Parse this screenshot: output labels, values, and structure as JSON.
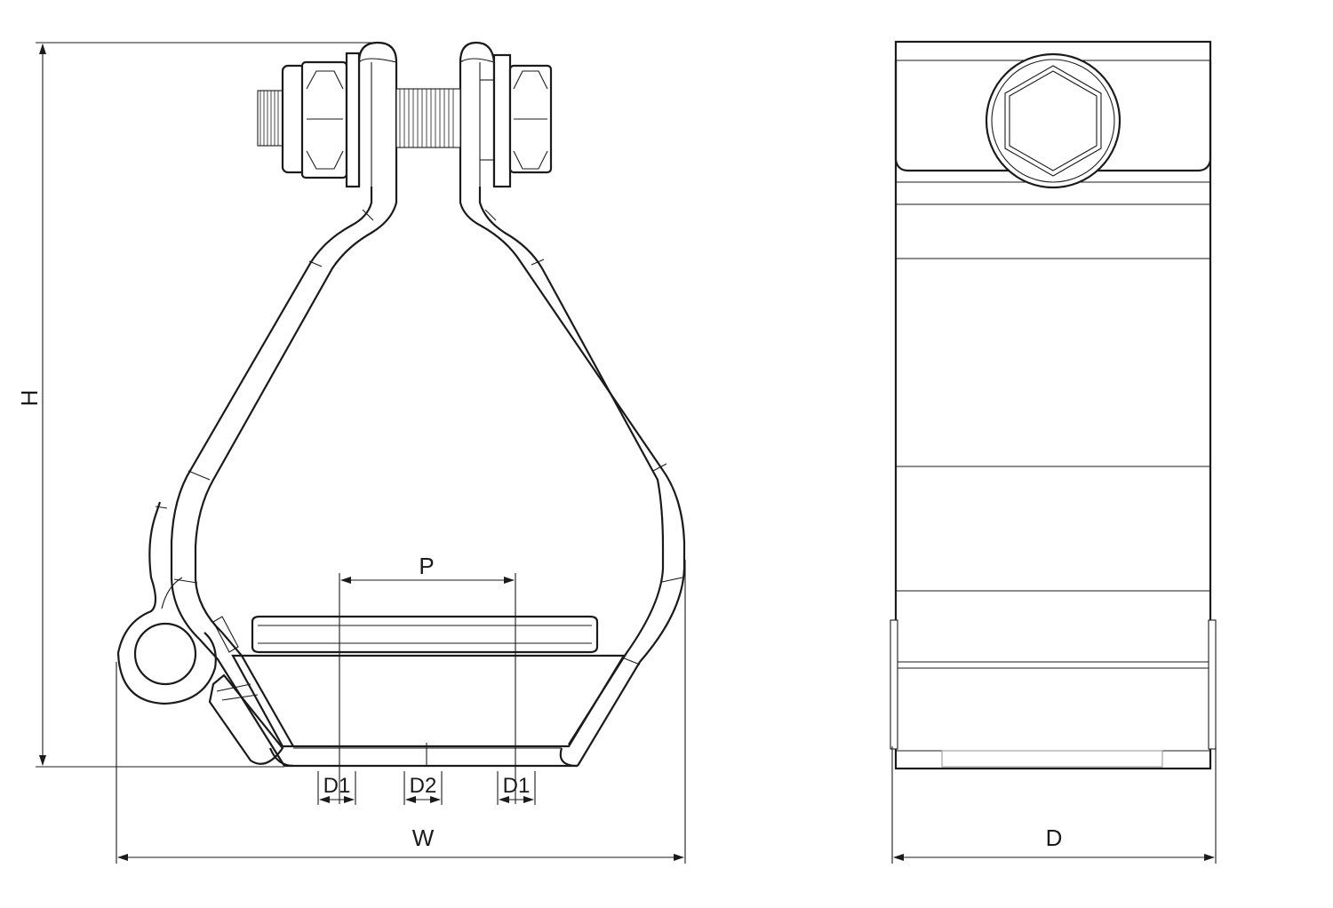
{
  "labels": {
    "height": "H",
    "width": "W",
    "depth": "D",
    "pitch": "P",
    "d1_left": "D1",
    "d2": "D2",
    "d1_right": "D1"
  },
  "colors": {
    "line": "#1b1b1b",
    "background": "#ffffff",
    "highlight": "#9a9a9a"
  }
}
